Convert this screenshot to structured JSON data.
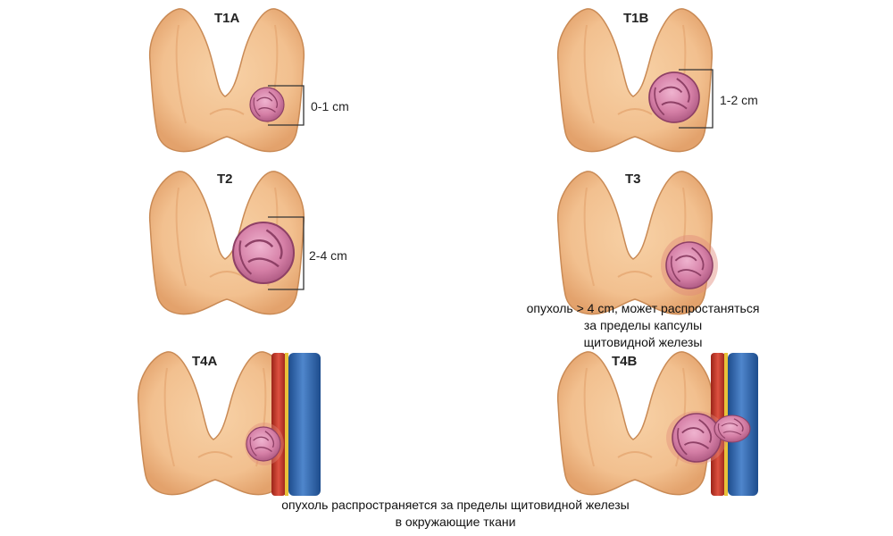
{
  "stages": [
    {
      "id": "t1a",
      "label": "T1A",
      "size": "0-1 cm"
    },
    {
      "id": "t1b",
      "label": "T1B",
      "size": "1-2 cm"
    },
    {
      "id": "t2",
      "label": "T2",
      "size": "2-4 cm"
    },
    {
      "id": "t3",
      "label": "T3",
      "size": ""
    },
    {
      "id": "t4a",
      "label": "T4A",
      "size": ""
    },
    {
      "id": "t4b",
      "label": "T4B",
      "size": ""
    }
  ],
  "captions": {
    "t3": [
      "опухоль > 4 cm, может распростаняться",
      "за пределы капсулы",
      "щитовидной железы"
    ],
    "t4": [
      "опухоль распространяется за пределы щитовидной железы",
      "в окружающие ткани"
    ]
  },
  "colors": {
    "gland": "#f2c08f",
    "gland_shade": "#e3a26c",
    "gland_outline": "#c98a55",
    "tumor": "#d57fa6",
    "tumor_dark": "#9c4a72",
    "artery": "#c8392b",
    "vein": "#2c62a8",
    "nerve": "#e8c23a"
  }
}
